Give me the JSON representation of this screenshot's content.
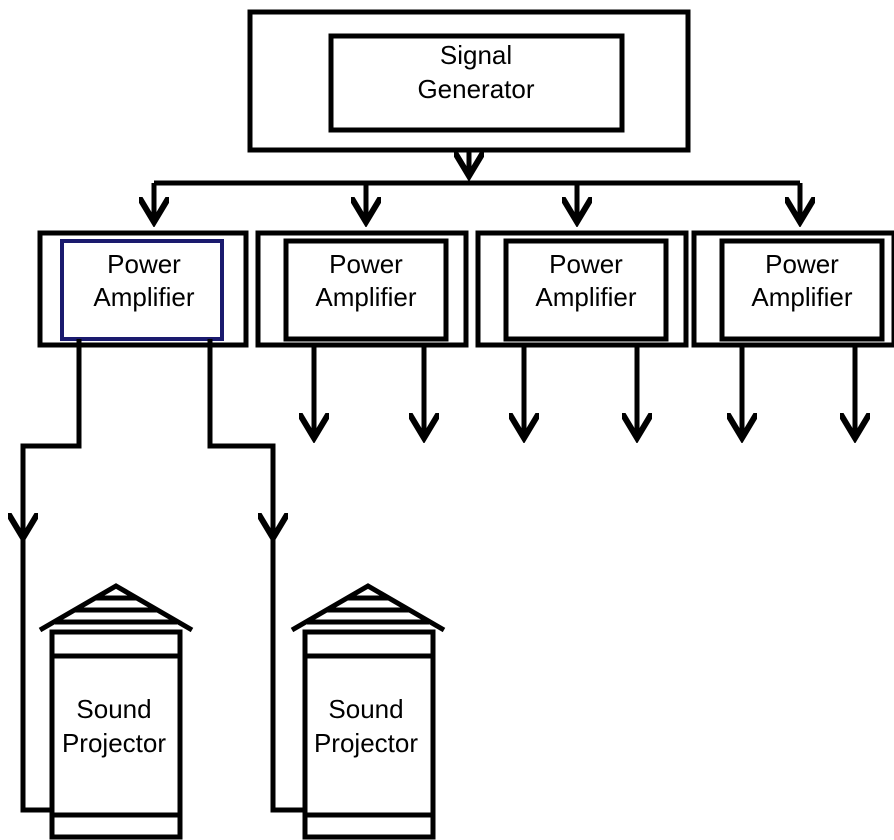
{
  "signal_generator": {
    "line1": "Signal",
    "line2": "Generator"
  },
  "amplifiers": [
    {
      "line1": "Power",
      "line2": "Amplifier",
      "selected": true
    },
    {
      "line1": "Power",
      "line2": "Amplifier",
      "selected": false
    },
    {
      "line1": "Power",
      "line2": "Amplifier",
      "selected": false
    },
    {
      "line1": "Power",
      "line2": "Amplifier",
      "selected": false
    }
  ],
  "projectors": [
    {
      "line1": "Sound",
      "line2": "Projector"
    },
    {
      "line1": "Sound",
      "line2": "Projector"
    }
  ],
  "colors": {
    "stroke": "#000000",
    "selection": "#1a1a6e",
    "background": "#ffffff"
  }
}
